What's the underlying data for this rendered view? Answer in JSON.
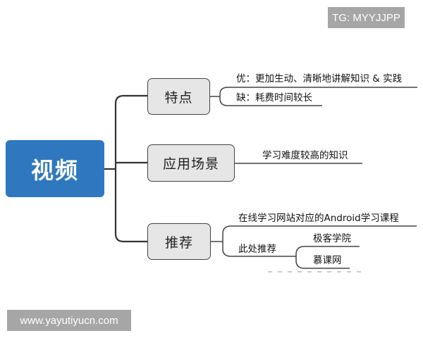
{
  "watermarks": {
    "top_right": "TG: MYYJJPP",
    "bottom_left": "www.yayutiyucn.com"
  },
  "mindmap": {
    "root": {
      "label": "视频",
      "color": "#2f78c0"
    },
    "branches": [
      {
        "label": "特点",
        "children": [
          {
            "label": "优：更加生动、清晰地讲解知识 & 实践"
          },
          {
            "label": "缺：耗费时间较长"
          }
        ]
      },
      {
        "label": "应用场景",
        "children": [
          {
            "label": "学习难度较高的知识"
          }
        ]
      },
      {
        "label": "推荐",
        "children": [
          {
            "label": "在线学习网站对应的Android学习课程"
          },
          {
            "label": "此处推荐",
            "children": [
              {
                "label": "极客学院"
              },
              {
                "label": "慕课网"
              }
            ]
          }
        ]
      }
    ]
  }
}
